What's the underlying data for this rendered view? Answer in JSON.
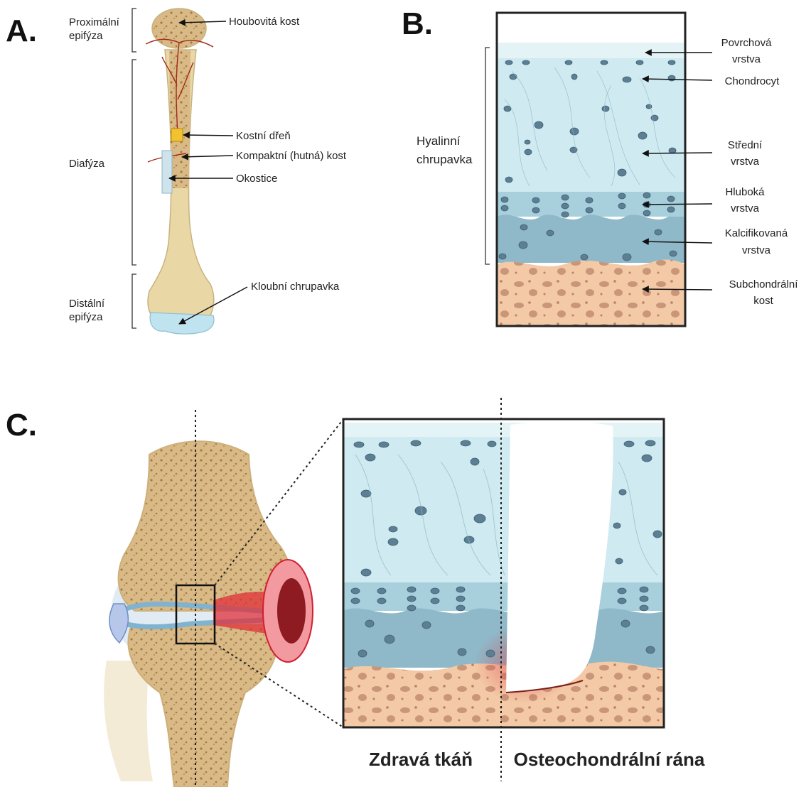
{
  "panels": {
    "a": {
      "letter": "A."
    },
    "b": {
      "letter": "B."
    },
    "c": {
      "letter": "C."
    }
  },
  "panel_a_labels": {
    "proximal_1": "Proximální",
    "proximal_2": "epifýza",
    "diaphysis": "Diafýza",
    "distal_1": "Distální",
    "distal_2": "epifýza",
    "spongy_bone": "Houbovitá kost",
    "bone_marrow": "Kostní dřeň",
    "compact_bone": "Kompaktní (hutná) kost",
    "periosteum": "Okostice",
    "articular_cartilage": "Kloubní chrupavka"
  },
  "panel_b_labels": {
    "hyaline_1": "Hyalinní",
    "hyaline_2": "chrupavka",
    "surface_1": "Povrchová",
    "surface_2": "vrstva",
    "chondrocyte": "Chondrocyt",
    "middle_1": "Střední",
    "middle_2": "vrstva",
    "deep_1": "Hluboká",
    "deep_2": "vrstva",
    "calcified_1": "Kalcifikovaná",
    "calcified_2": "vrstva",
    "subchondral_1": "Subchondrální",
    "subchondral_2": "kost"
  },
  "panel_c_labels": {
    "healthy": "Zdravá tkáň",
    "wound": "Osteochondrální rána"
  },
  "colors": {
    "bone": "#e9d8a6",
    "spongy": "#c9a36b",
    "cartilage_light": "#cfeaf0",
    "cartilage_deep": "#a7cfdc",
    "calcified": "#8fb8c8",
    "subchondral": "#f3c9a6",
    "vessel": "#a32a1a",
    "marrow": "#f2c230",
    "inflamed": "#e0303a"
  }
}
